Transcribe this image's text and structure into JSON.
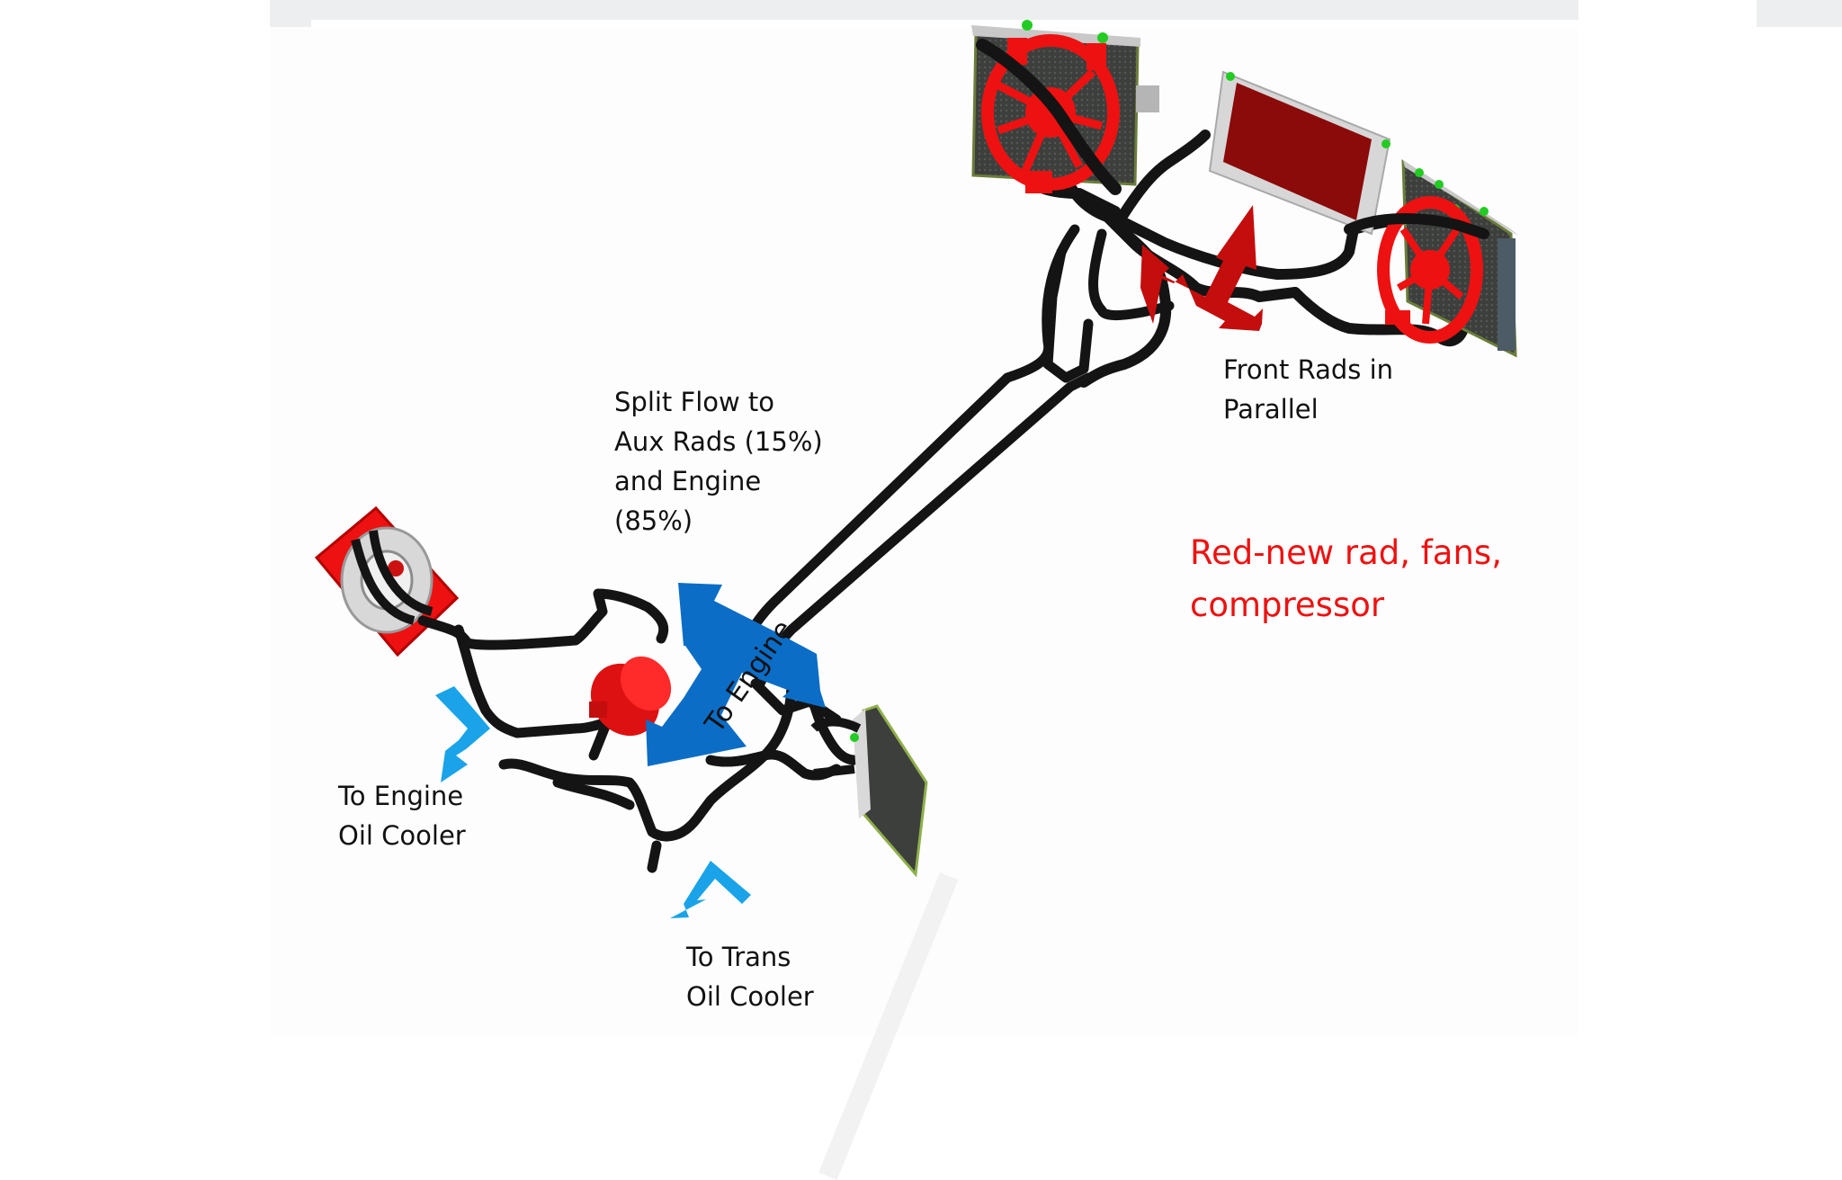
{
  "diagram": {
    "labels": {
      "split_flow": [
        "Split Flow to",
        "Aux Rads (15%)",
        "and Engine",
        "(85%)"
      ],
      "front_rads": [
        "Front Rads in",
        "Parallel"
      ],
      "legend_red": [
        "Red-new rad, fans,",
        "compressor"
      ],
      "engine_oil_cooler": [
        "To Engine",
        "Oil Cooler"
      ],
      "trans_oil_cooler": [
        "To Trans",
        "Oil Cooler"
      ],
      "to_engine_arrow": "To Engine"
    },
    "components": [
      {
        "name": "front-left-radiator-fan",
        "is_new": true
      },
      {
        "name": "front-center-condenser",
        "is_new": true
      },
      {
        "name": "front-right-radiator-fan",
        "is_new": true
      },
      {
        "name": "rear-aux-radiator-fan",
        "is_new": true
      },
      {
        "name": "compressor",
        "is_new": true
      },
      {
        "name": "rear-aux-radiator",
        "is_new": false
      }
    ],
    "colors": {
      "new_parts": "#ee1111",
      "condenser": "#8b0a0a",
      "hose": "#141414",
      "radiator_core": "#3d3f3d",
      "frame": "#c8c8c8",
      "fitting": "#22cc22",
      "flow_arrow_front": "#c40d0d",
      "flow_arrow_split": "#0b6dc6",
      "oil_arrow": "#1aa3e8",
      "legend_text": "#ee1111",
      "text": "#111111"
    },
    "icons": {
      "front_arrow": "three-way-arrow-icon",
      "split_arrow": "three-way-arrow-icon",
      "oil_arrows": "bent-arrow-icon"
    }
  }
}
